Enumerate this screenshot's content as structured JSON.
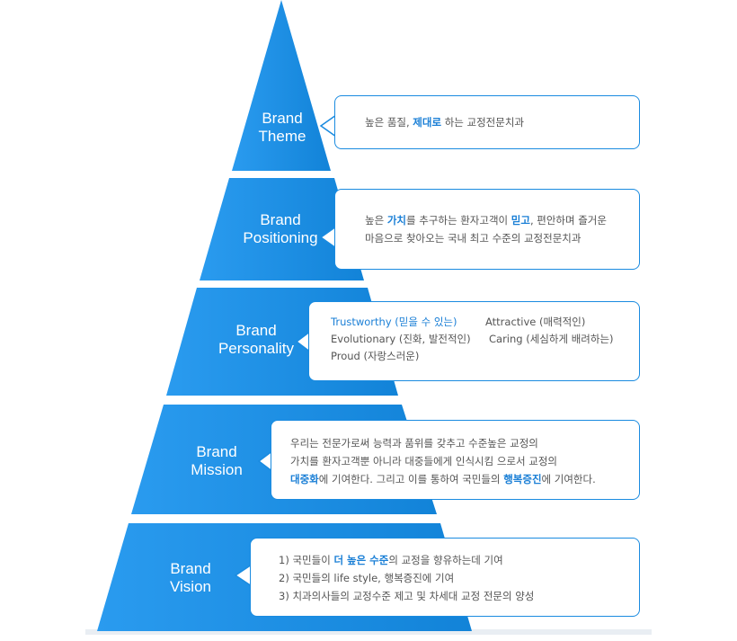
{
  "colors": {
    "fill": "#1a8be0",
    "shade": "#0f6fb8",
    "border": "#1a8be0",
    "text": "#555555",
    "highlight": "#1a7fd6"
  },
  "layers": [
    {
      "title": "Brand\nTheme"
    },
    {
      "title": "Brand\nPositioning"
    },
    {
      "title": "Brand\nPersonality"
    },
    {
      "title": "Brand\nMission"
    },
    {
      "title": "Brand\nVision"
    }
  ],
  "theme": {
    "t1": "높은 품질, ",
    "t2": "제대로",
    "t3": " 하는 교정전문치과"
  },
  "positioning": {
    "t1": "높은 ",
    "t2": "가치",
    "t3": "를 추구하는 환자고객이 ",
    "t4": "믿고",
    "t5": ", 편안하며 즐거운",
    "line2": "마음으로 찾아오는 국내 최고 수준의 교정전문치과"
  },
  "personality": {
    "trust": "Trustworthy (믿을 수 있는)",
    "attractive": "Attractive (매력적인)",
    "evolutionary": "Evolutionary (진화, 발전적인)",
    "caring": "Caring (세심하게 배려하는)",
    "proud": "Proud (자랑스러운)"
  },
  "mission": {
    "line1": "우리는 전문가로써 능력과 품위를 갖추고 수준높은 교정의",
    "line2": "가치를 환자고객뿐 아니라 대중들에게 인식시킴 으로서 교정의",
    "l3a": "대중화",
    "l3b": "에 기여한다. 그리고 이를 통하여 국민들의 ",
    "l3c": "행복증진",
    "l3d": "에 기여한다."
  },
  "vision": {
    "v1a": "1) 국민들이 ",
    "v1b": "더 높은 수준",
    "v1c": "의 교정을 향유하는데 기여",
    "v2": "2) 국민들의 life style, 행복증진에 기여",
    "v3": "3) 치과의사들의 교정수준 제고 및 차세대 교정 전문의 양성"
  }
}
